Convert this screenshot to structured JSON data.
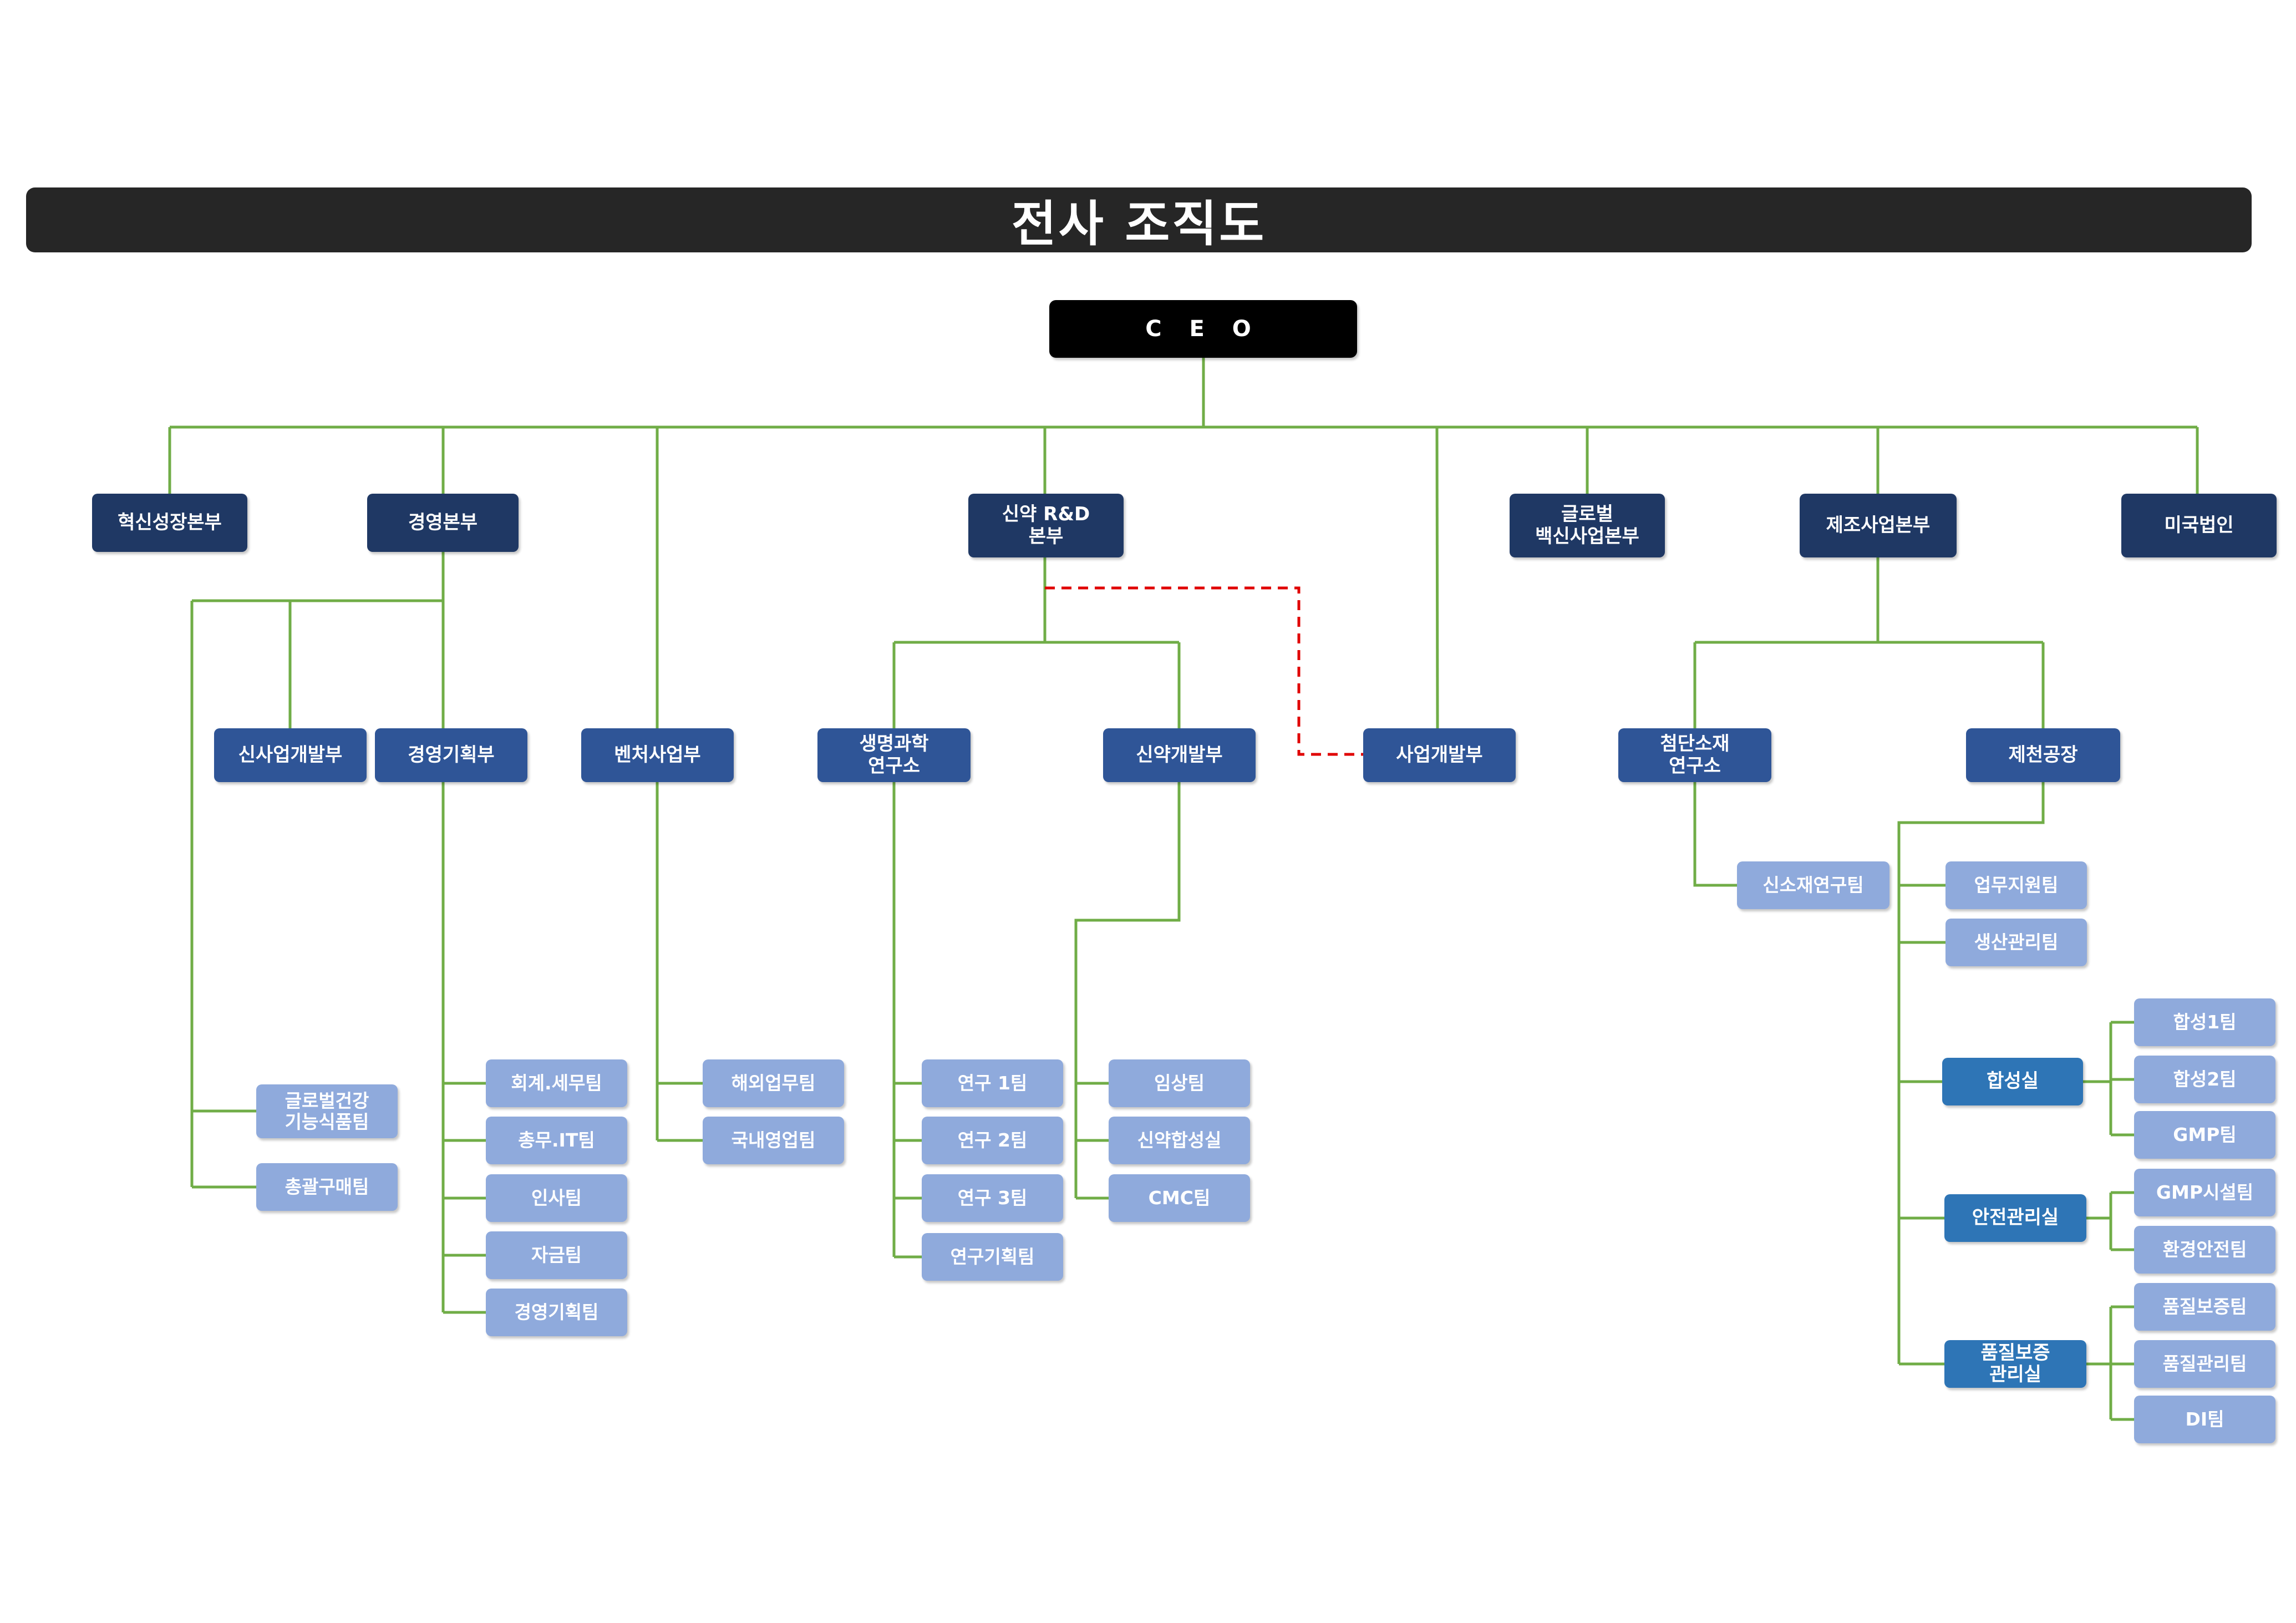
{
  "title": "전사 조직도",
  "colors": {
    "title_bar": "#262626",
    "ceo": "#000000",
    "division": "#1f3864",
    "department": "#2f5597",
    "team": "#8faadc",
    "office": "#2e75b6",
    "connector": "#70ad47",
    "dotted_link": "#e00000"
  },
  "org": {
    "ceo": "C E O",
    "divisions": {
      "innovation": "혁신성장본부",
      "management": "경영본부",
      "rnd": "신약 R&D\n본부",
      "global_vaccine": "글로벌\n백신사업본부",
      "manufacturing": "제조사업본부",
      "us_corp": "미국법인"
    },
    "departments": {
      "new_biz": "신사업개발부",
      "mgmt_planning": "경영기획부",
      "venture": "벤처사업부",
      "life_science": "생명과학\n연구소",
      "drug_dev": "신약개발부",
      "biz_dev": "사업개발부",
      "adv_material": "첨단소재\n연구소",
      "jecheon": "제천공장"
    },
    "teams": {
      "global_health": "글로벌건강\n기능식품팀",
      "purchasing": "총괄구매팀",
      "accounting": "회계.세무팀",
      "general_it": "총무.IT팀",
      "hr": "인사팀",
      "finance": "자금팀",
      "mgmt_plan_team": "경영기획팀",
      "overseas": "해외업무팀",
      "domestic_sales": "국내영업팀",
      "research1": "연구 1팀",
      "research2": "연구 2팀",
      "research3": "연구 3팀",
      "research_planning": "연구기획팀",
      "clinical": "임상팀",
      "synthesis": "신약합성실",
      "cmc": "CMC팀",
      "new_material": "신소재연구팀",
      "business_support": "업무지원팀",
      "production_mgmt": "생산관리팀",
      "synth1": "합성1팀",
      "synth2": "합성2팀",
      "gmp": "GMP팀",
      "gmp_facility": "GMP시설팀",
      "env_safety": "환경안전팀",
      "qa_team": "품질보증팀",
      "qc_team": "품질관리팀",
      "di": "DI팀"
    },
    "offices": {
      "synthesis_office": "합성실",
      "safety_office": "안전관리실",
      "qa_office": "품질보증\n관리실"
    }
  }
}
